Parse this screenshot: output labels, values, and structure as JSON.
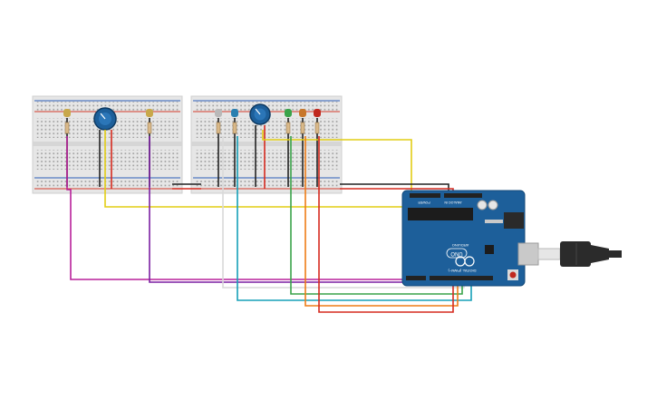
{
  "arduino": {
    "board_name": "UNO",
    "brand": "ARDUINO",
    "digital_label": "DIGITAL (PWM~)",
    "power_label": "POWER",
    "analog_label": "ANALOG IN",
    "colors": {
      "board": "#1d5f9a",
      "header": "#222222",
      "chip": "#1c1c1c"
    }
  },
  "components": {
    "breadboards": [
      "breadboard-small",
      "breadboard-main"
    ],
    "potentiometers": 2,
    "leds": [
      "yellow",
      "yellow",
      "white",
      "blue",
      "green",
      "orange",
      "red"
    ]
  },
  "wire_colors": {
    "yellow": "#e2cd15",
    "magenta": "#b8219a",
    "purple": "#7b1fa2",
    "white": "#d9d9d9",
    "cyan": "#16a0b8",
    "green": "#3aa34a",
    "orange": "#ee7c16",
    "red": "#d62a1f",
    "black": "#222222"
  }
}
